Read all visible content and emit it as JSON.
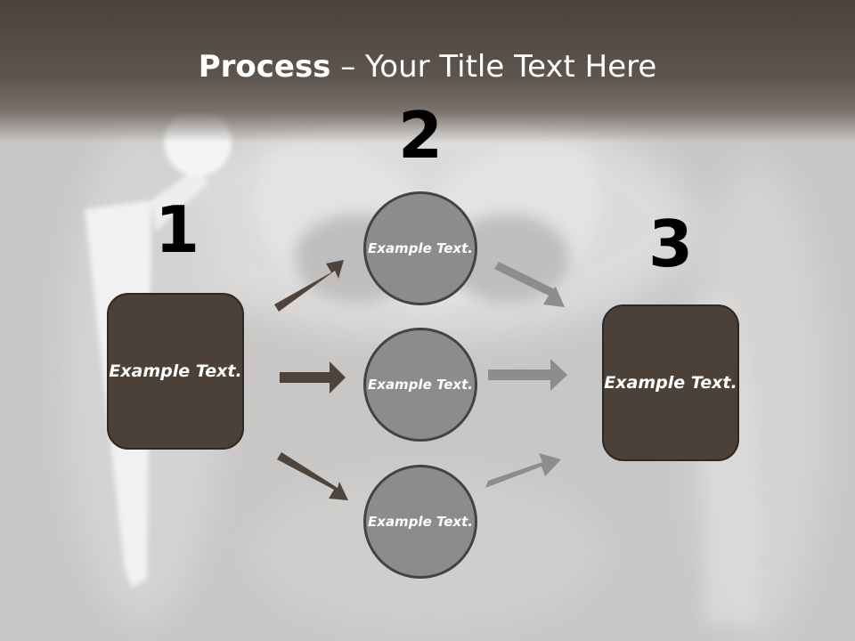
{
  "title": {
    "bold": "Process",
    "rest": " – Your Title Text Here"
  },
  "steps": [
    {
      "number": "1",
      "label": "Example Text."
    },
    {
      "number": "2",
      "labels": [
        "Example Text.",
        "Example Text.",
        "Example Text."
      ]
    },
    {
      "number": "3",
      "label": "Example Text."
    }
  ],
  "colors": {
    "header": "#4b423b",
    "box_fill": "#4b4139",
    "circle_fill": "#8d8c8b",
    "arrow_dark": "#4f443b",
    "arrow_light": "#8e8d8c"
  }
}
